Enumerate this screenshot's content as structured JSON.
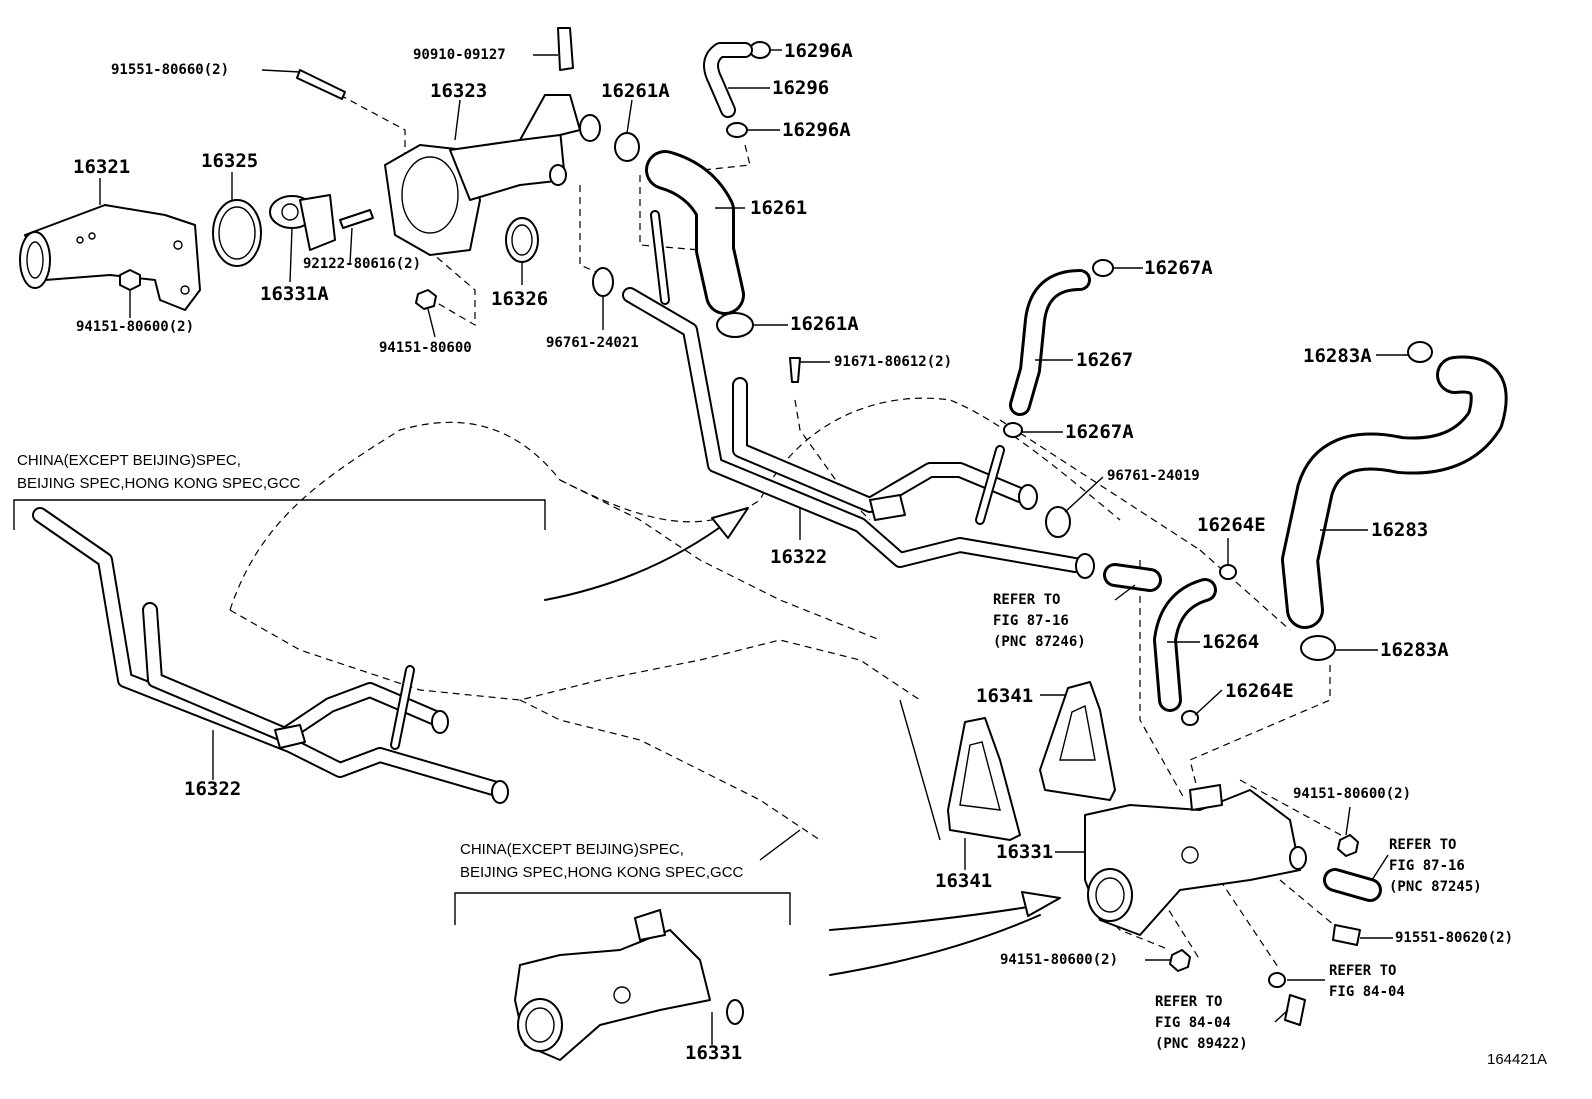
{
  "figure_id": "164421A",
  "notes": {
    "left_line1": "CHINA(EXCEPT BEIJING)SPEC,",
    "left_line2": "BEIJING SPEC,HONG KONG SPEC,GCC",
    "bottom_line1": "CHINA(EXCEPT BEIJING)SPEC,",
    "bottom_line2": "BEIJING SPEC,HONG KONG SPEC,GCC"
  },
  "parts": {
    "p91551_80660": "91551-80660(2)",
    "p90910_09127": "90910-09127",
    "p16323": "16323",
    "p16261A_top": "16261A",
    "p16296A_top": "16296A",
    "p16296": "16296",
    "p16296A_mid": "16296A",
    "p16321": "16321",
    "p16325": "16325",
    "p16261": "16261",
    "p92122_80616": "92122-80616(2)",
    "p16331A": "16331A",
    "p16326": "16326",
    "p16267A_top": "16267A",
    "p94151_80600_2_left": "94151-80600(2)",
    "p16261A_mid": "16261A",
    "p94151_80600": "94151-80600",
    "p96761_24021": "96761-24021",
    "p91671_80612": "91671-80612(2)",
    "p16267": "16267",
    "p16283A_top": "16283A",
    "p16267A_mid": "16267A",
    "p96761_24019": "96761-24019",
    "p16283": "16283",
    "p16264E_top": "16264E",
    "p16322_main": "16322",
    "p16264": "16264",
    "p16283A_bottom": "16283A",
    "p16341_upper": "16341",
    "p16264E_bottom": "16264E",
    "p16322_left": "16322",
    "p94151_80600_2_right": "94151-80600(2)",
    "p16331_right": "16331",
    "p16341_lower": "16341",
    "p91551_80620": "91551-80620(2)",
    "p94151_80600_2_bottom": "94151-80600(2)",
    "p16331_bottom": "16331"
  },
  "refs": {
    "ref_87246": [
      "REFER TO",
      "FIG 87-16",
      "(PNC 87246)"
    ],
    "ref_87245": [
      "REFER TO",
      "FIG 87-16",
      "(PNC 87245)"
    ],
    "ref_84_04_right": [
      "REFER TO",
      "FIG 84-04"
    ],
    "ref_89422": [
      "REFER TO",
      "FIG 84-04",
      "(PNC 89422)"
    ]
  }
}
